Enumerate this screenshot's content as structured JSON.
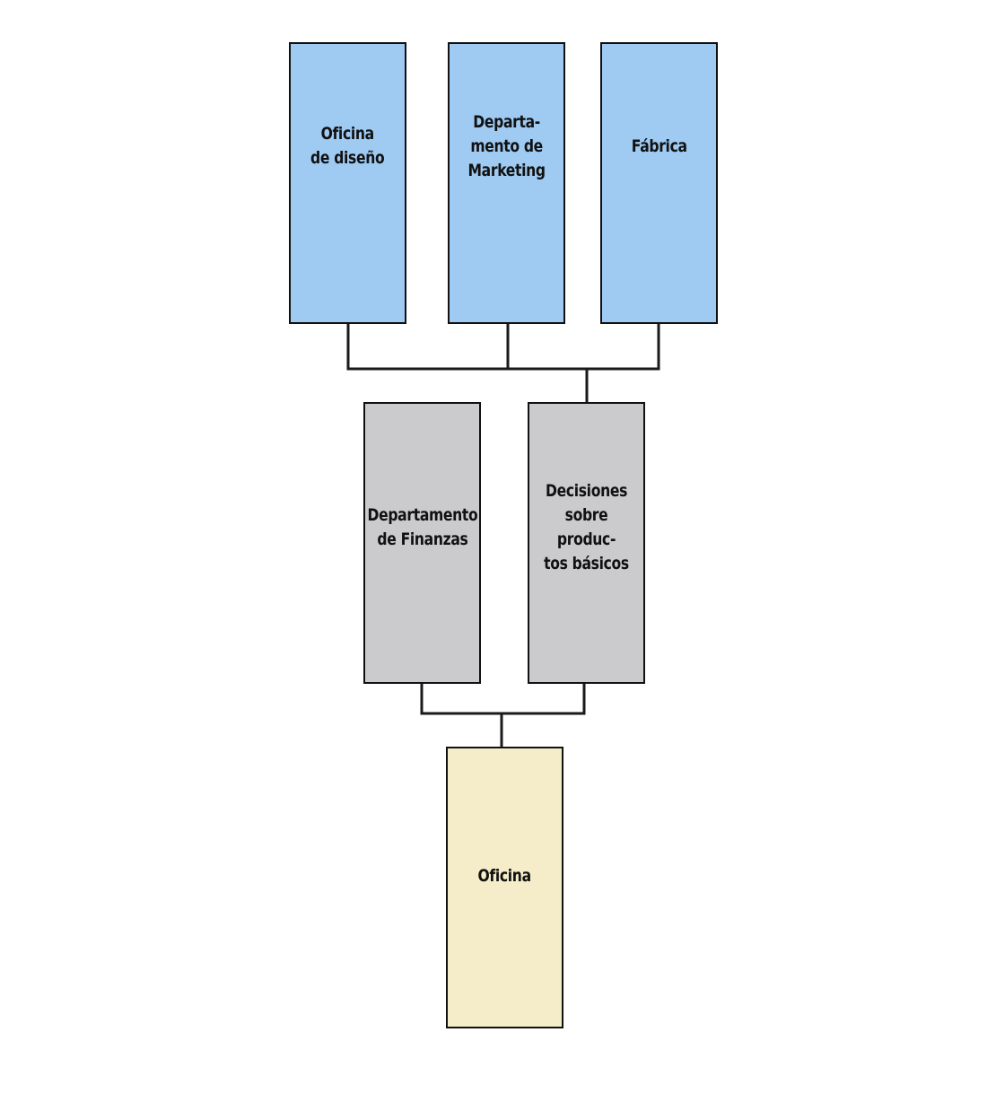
{
  "colors": {
    "top_fill": "#9FCBF3",
    "middle_fill": "#CBCBCD",
    "bottom_fill": "#F5EDC9",
    "border": "#111111",
    "connector": "#1A1A1A"
  },
  "top_row": {
    "design_office": "Oficina\nde diseño",
    "marketing_department": "Departa-\nmento de\nMarketing",
    "factory": "Fábrica"
  },
  "middle_row": {
    "finance_department": "Departamento\nde Finanzas",
    "basic_product_decisions": "Decisiones\nsobre produc-\ntos básicos"
  },
  "bottom_row": {
    "office": "Oficina"
  }
}
